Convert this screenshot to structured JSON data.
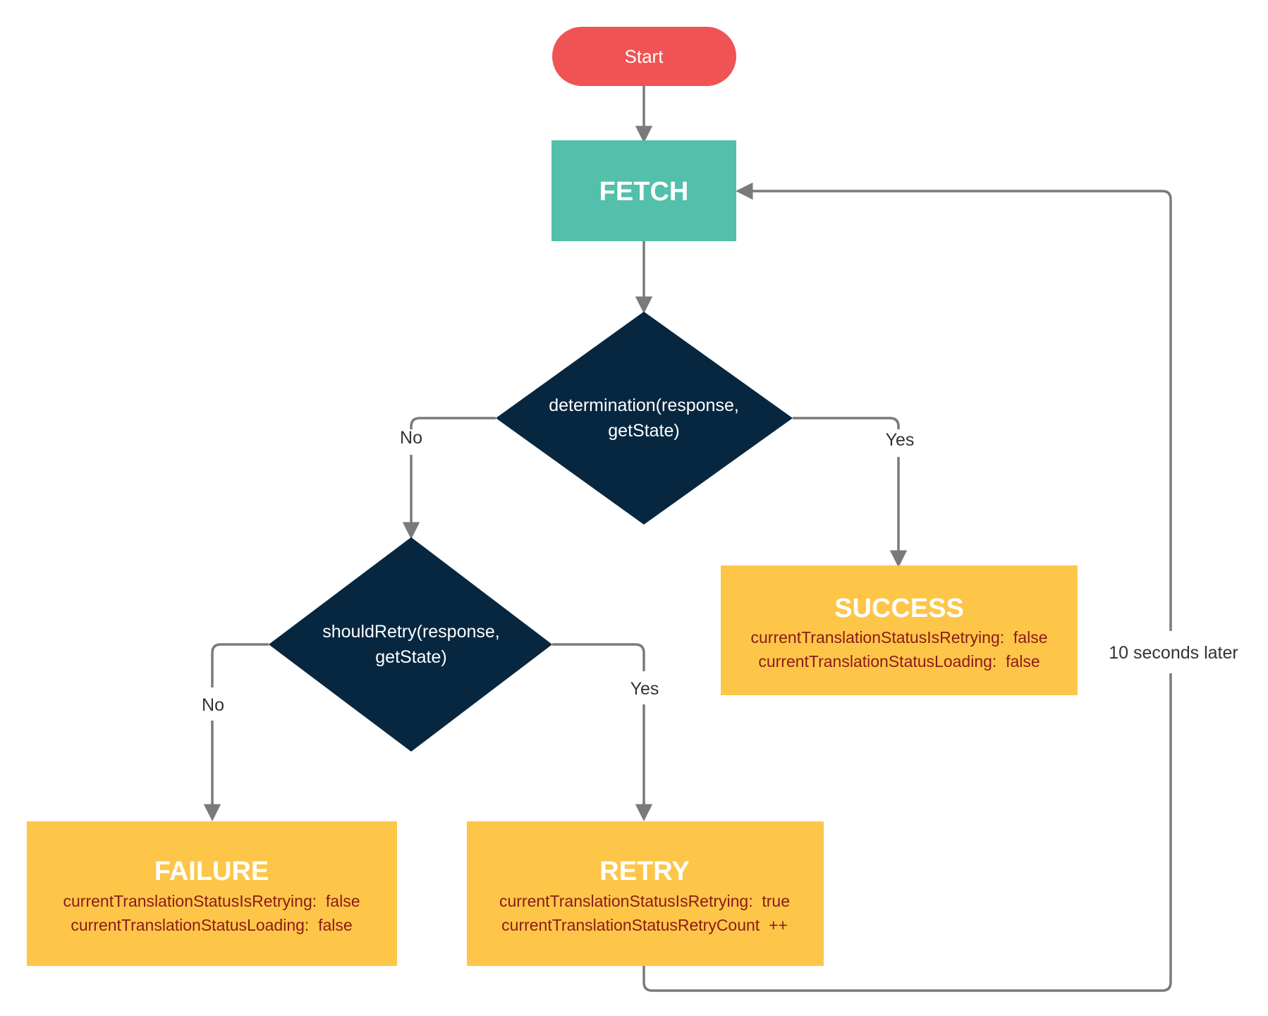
{
  "colors": {
    "start": "#f05353",
    "process": "#52c0aa",
    "decision": "#072740",
    "state": "#fec648",
    "status_text": "#8b1a1a",
    "edge": "#7a7a7a",
    "label": "#333333"
  },
  "nodes": {
    "start": {
      "label": "Start"
    },
    "fetch": {
      "label": "FETCH"
    },
    "determination": {
      "line1": "determination(response,",
      "line2": "getState)"
    },
    "should_retry": {
      "line1": "shouldRetry(response,",
      "line2": "getState)"
    },
    "success": {
      "title": "SUCCESS",
      "line1": "currentTranslationStatusIsRetrying:  false",
      "line2": "currentTranslationStatusLoading:  false"
    },
    "failure": {
      "title": "FAILURE",
      "line1": "currentTranslationStatusIsRetrying:  false",
      "line2": "currentTranslationStatusLoading:  false"
    },
    "retry": {
      "title": "RETRY",
      "line1": "currentTranslationStatusIsRetrying:  true",
      "line2": "currentTranslationStatusRetryCount  ++"
    }
  },
  "edges": {
    "determination_no": "No",
    "determination_yes": "Yes",
    "should_retry_no": "No",
    "should_retry_yes": "Yes",
    "retry_loop": "10 seconds later"
  }
}
